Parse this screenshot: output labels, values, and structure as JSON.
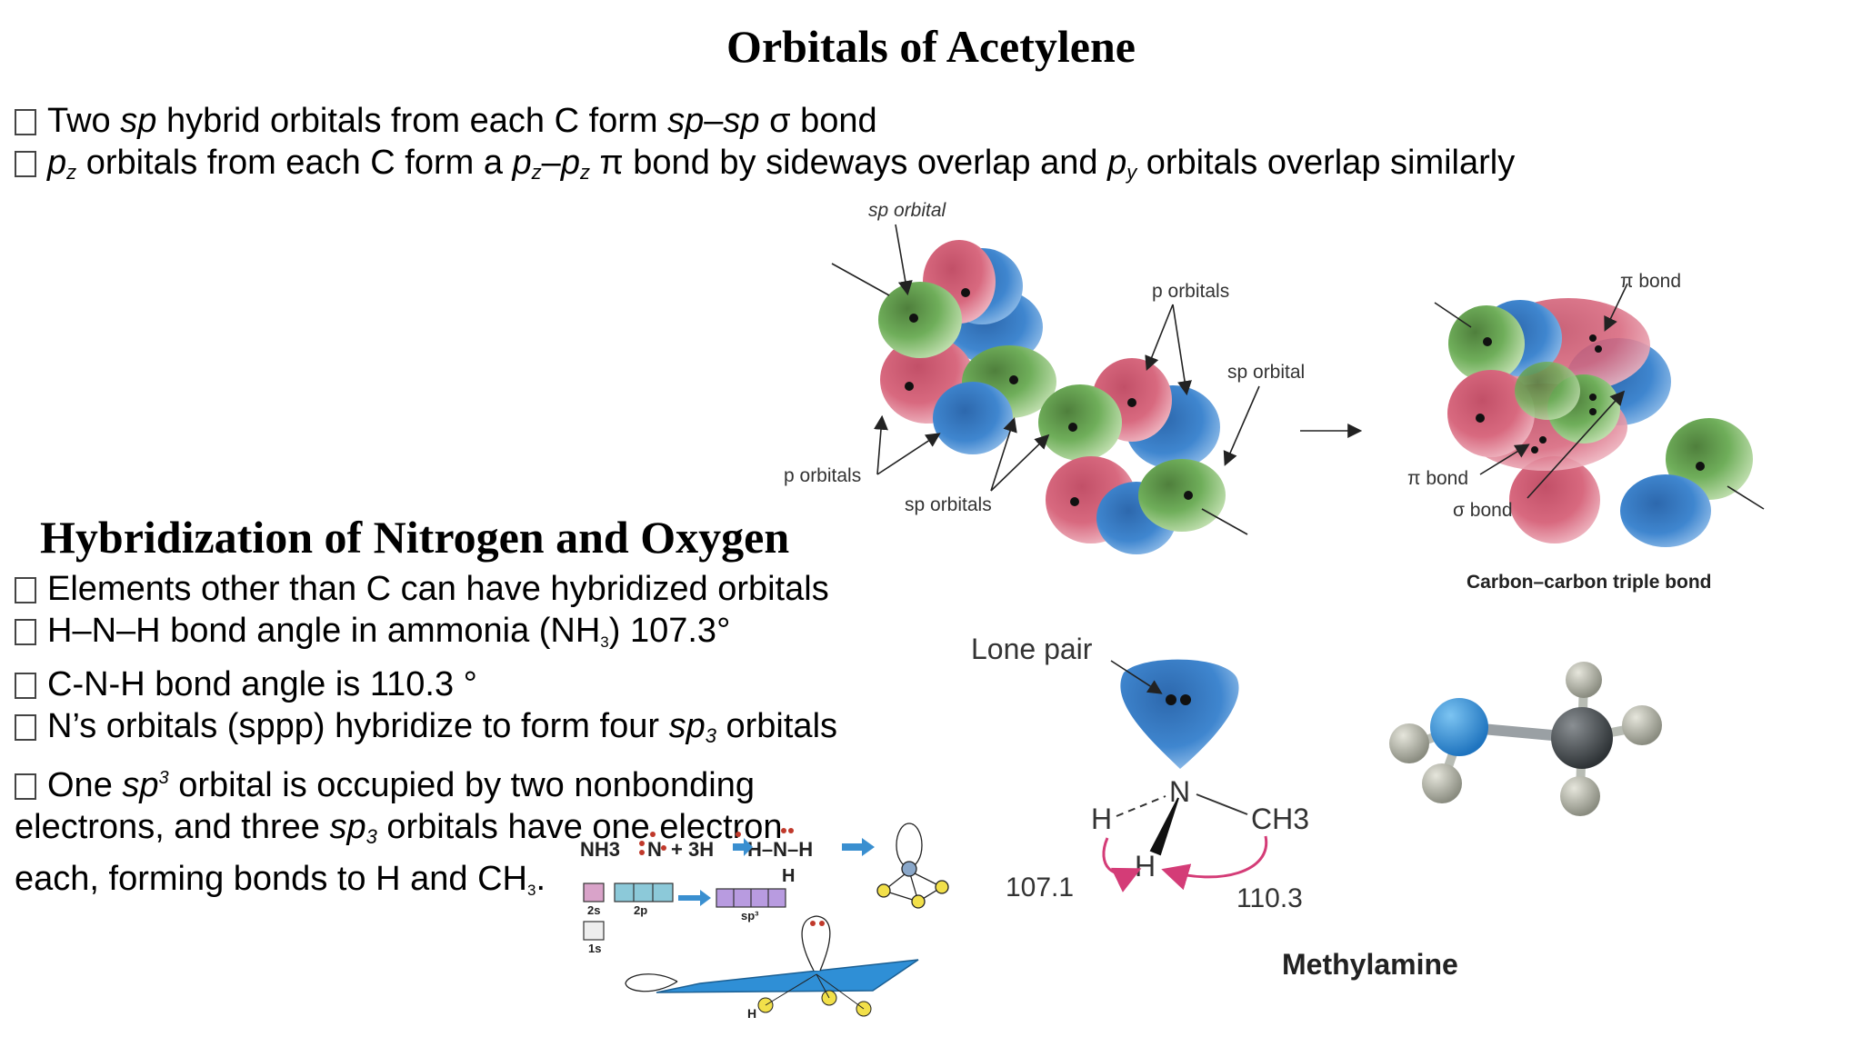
{
  "slide": {
    "title": "Orbitals of Acetylene",
    "section2_title": "Hybridization of Nitrogen and Oxygen"
  },
  "acetylene_bullets": {
    "b1": {
      "t1": "Two ",
      "t2": "sp",
      "t3": " hybrid orbitals from each C form ",
      "t4": "sp",
      "t5": "–",
      "t6": "sp",
      "t7": " σ bond"
    },
    "b2": {
      "t1": "p",
      "t2": "z",
      "t3": " orbitals from each C form a ",
      "t4": "p",
      "t5": "z",
      "t6": "–",
      "t7": "p",
      "t8": "z",
      "t9": " π bond by sideways overlap and ",
      "t10": "p",
      "t11": "y",
      "t12": " orbitals overlap similarly"
    }
  },
  "nitrogen_bullets": {
    "b1": "Elements other than C can have hybridized orbitals",
    "b2": {
      "t1": "H–N–H bond angle in ammonia (NH",
      "t2": "3",
      "t3": ") 107.3°"
    },
    "b3": "C-N-H bond angle is 110.3 °",
    "b4": {
      "t1": "N’s orbitals (sppp) hybridize to form four ",
      "t2": "sp",
      "t3": "3",
      "t4": " orbitals"
    },
    "b5": {
      "t1": "One ",
      "t2": "sp",
      "t3": "3",
      "t4": " orbital is occupied by two nonbonding"
    },
    "b6": {
      "t1": "electrons, and three ",
      "t2": "sp",
      "t3": "3",
      "t4": " orbitals have one electron"
    },
    "b7": {
      "t1": "each, forming bonds to H and CH",
      "t2": "3",
      "t3": "."
    }
  },
  "acetylene_figure": {
    "sp_orbital_top": "sp orbital",
    "p_orbitals_top": "p orbitals",
    "sp_orbital_right": "sp orbital",
    "p_orbitals_left": "p orbitals",
    "sp_orbitals": "sp orbitals",
    "pi_bond_top": "π bond",
    "pi_bond_bottom": "π bond",
    "sigma_bond": "σ bond",
    "caption": "Carbon–carbon triple bond"
  },
  "ammonia_figure": {
    "formula_nh3": "NH3",
    "reaction_mid": "+ 3H",
    "reaction_product": "H–N–H",
    "product_h": "H",
    "box_2s": "2s",
    "box_2p": "2p",
    "box_1s": "1s",
    "box_sp3": "sp³",
    "n_atom": "N",
    "h_atom": "H"
  },
  "methylamine_figure": {
    "lone_pair": "Lone pair",
    "n_label": "N",
    "h_left": "H",
    "h_bottom": "H",
    "ch3": "CH3",
    "angle1": "107.1",
    "angle2": "110.3",
    "caption": "Methylamine"
  },
  "colors": {
    "orbital_green": "#6fae5a",
    "orbital_pink": "#d8697f",
    "orbital_blue": "#3f86cf",
    "arrow_pink": "#d43c77"
  }
}
